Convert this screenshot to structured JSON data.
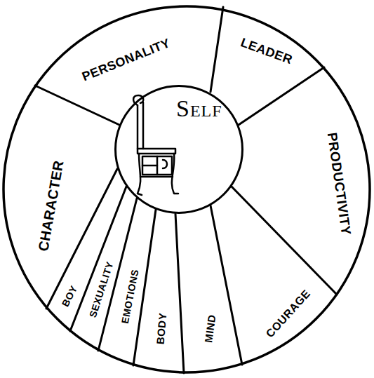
{
  "diagram": {
    "nodes": [
      {
        "text": [
          "SELF"
        ]
      },
      {
        "text": [
          "PERSONALITY"
        ]
      },
      {
        "text": [
          "LEADER"
        ]
      },
      {
        "text": [
          "PRODUCTIVITY"
        ]
      },
      {
        "text": [
          "COURAGE"
        ]
      },
      {
        "text": [
          "MIND"
        ]
      },
      {
        "text": [
          "BODY"
        ]
      },
      {
        "text": [
          "EMOTIONS"
        ]
      },
      {
        "text": [
          "SEXUALITY"
        ]
      },
      {
        "text": [
          "BOY"
        ]
      },
      {
        "text": [
          "CHARACTER"
        ]
      }
    ]
  }
}
